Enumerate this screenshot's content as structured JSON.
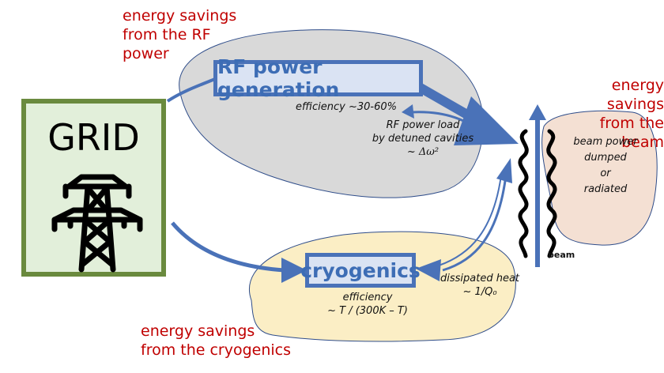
{
  "labels": {
    "savings_rf": [
      "energy savings",
      "from the RF",
      "power"
    ],
    "savings_beam": [
      "energy savings",
      "from the beam"
    ],
    "savings_cryo": [
      "energy savings",
      "from the cryogenics"
    ]
  },
  "nodes": {
    "grid": {
      "title": "GRID",
      "icon": "power-tower-icon"
    },
    "rf_power": {
      "title": "RF power generation",
      "efficiency": "efficiency ~30-60%"
    },
    "cryogenics": {
      "title": "cryogenics",
      "efficiency": [
        "efficiency",
        "~ T / (300K – T)"
      ]
    },
    "beam": {
      "label": "beam",
      "note": [
        "beam power",
        "dumped",
        "or",
        "radiated"
      ]
    }
  },
  "annotations": {
    "rf_load": [
      "RF power load",
      "by detuned cavities",
      "~ Δω²"
    ],
    "dissipated_heat": [
      "dissipated heat",
      "~ 1/Q₀"
    ]
  },
  "colors": {
    "savings_text": "#c00000",
    "arrow": "#4a72b8",
    "rf_region": "#d9d9d9",
    "cryo_region": "#fbeec5",
    "beam_region": "#f4e0d3",
    "grid_fill": "#e2efda",
    "grid_border": "#6a8a3e"
  }
}
